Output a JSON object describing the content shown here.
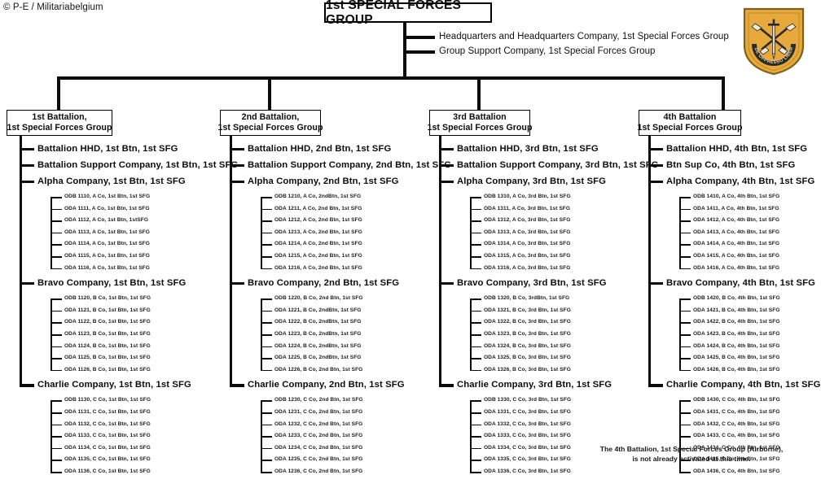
{
  "meta": {
    "copyright": "© P-E / Militariabelgium",
    "insignia_name": "1st Special Forces Group flash and crest",
    "insignia_motto": "DE OPPRESSO LIBER",
    "colors": {
      "line": "#0b0b0b",
      "box_border": "#000000",
      "background": "#ffffff",
      "insignia_gold": "#e8a93c",
      "insignia_border": "#8a6a1e",
      "insignia_dark": "#2b2b2b"
    }
  },
  "root": {
    "title": "1st SPECIAL FORCES GROUP",
    "staff": [
      "Headquarters and Headquarters Company,  1st Special Forces Group",
      "Group Support Company,  1st Special Forces Group"
    ]
  },
  "footnote": [
    "The 4th Battalion, 1st Special Forces Group (Airborne),",
    "is not already activated at this time."
  ],
  "battalions": [
    {
      "box_line1": "1st Battalion,",
      "box_line2": "1st Special Forces Group",
      "direct": [
        "Battalion HHD,  1st Btn, 1st SFG",
        "Battalion  Support Company, 1st Btn,  1st SFG"
      ],
      "companies": [
        {
          "name": "Alpha Company, 1st Btn,  1st SFG",
          "teams": [
            "ODB 1110, A Co, 1st Btn,  1st SFG",
            "ODA 1111, A Co, 1st Btn,  1st SFG",
            "ODA 1112, A Co, 1st Btn,  1stSFG",
            "ODA 1113, A Co, 1st Btn,  1st SFG",
            "ODA 1114, A Co, 1st Btn,  1st SFG",
            "ODA 1115, A Co, 1st Btn,  1st SFG",
            "ODA 1116, A Co, 1st Btn,  1st SFG"
          ]
        },
        {
          "name": "Bravo Company, 1st Btn, 1st SFG",
          "teams": [
            "ODB 1120, B Co, 1st Btn,  1st SFG",
            "ODA 1121, B Co, 1st Btn,  1st SFG",
            "ODA 1122, B Co, 1st Btn,  1st SFG",
            "ODA 1123, B Co, 1st Btn,  1st SFG",
            "ODA 1124, B Co, 1st Btn,  1st SFG",
            "ODA 1125, B Co, 1st Btn,  1st SFG",
            "ODA 1126, B Co, 1st Btn,  1st SFG"
          ]
        },
        {
          "name": "Charlie Company, 1st Btn,  1st SFG",
          "teams": [
            "ODB 1130, C Co, 1st Btn,  1st SFG",
            "ODA 1131, C Co, 1st Btn,  1st SFG",
            "ODA 1132, C Co, 1st Btn,  1st SFG",
            "ODA 1133, C Co, 1st Btn,  1st SFG",
            "ODA 1134, C Co, 1st Btn,  1st SFG",
            "ODA 1135, C Co, 1st Btn,  1st SFG",
            "ODA 1136, C Co, 1st Btn,  1st SFG"
          ]
        }
      ]
    },
    {
      "box_line1": "2nd Battalion,",
      "box_line2": "1st Special Forces Group",
      "direct": [
        "Battalion HHD,  2nd Btn, 1st SFG",
        "Battalion  Support Company, 2nd Btn,  1st SFG"
      ],
      "companies": [
        {
          "name": "Alpha Company, 2nd Btn,  1st SFG",
          "teams": [
            "ODB 1210, A Co, 2ndBtn,  1st  SFG",
            "ODA 1211, A Co, 2nd Btn,  1st  SFG",
            "ODA 1212, A Co, 2nd Btn,  1st SFG",
            "ODA 1213, A Co, 2nd Btn,  1st SFG",
            "ODA 1214, A Co, 2nd Btn,  1st SFG",
            "ODA 1215, A Co, 2nd Btn,  1st SFG",
            "ODA 1216, A Co, 2nd Btn,  1st SFG"
          ]
        },
        {
          "name": "Bravo Company, 2nd Btn,  1st SFG",
          "teams": [
            "ODB 1220, B Co, 2nd Btn,  1st  SFG",
            "ODA 1221, B Co, 2ndBtn,  1st SFG",
            "ODA 1222, B Co, 2ndBtn,  1st SFG",
            "ODA 1223, B Co, 2ndBtn,  1st SFG",
            "ODA 1224, B Co, 2ndBtn,  1st SFG",
            "ODA 1225, B Co, 2ndBtn,  1st SFG",
            "ODA 1226, B Co, 2nd Btn,  1st SFG"
          ]
        },
        {
          "name": "Charlie Company, 2nd Btn, 1st SFG",
          "teams": [
            "ODB 1230, C Co, 2nd Btn,  1st SFG",
            "ODA 1231, C Co, 2nd Btn,  1st SFG",
            "ODA 1232, C Co, 2nd Btn,  1st SFG",
            "ODA 1233, C Co, 2nd Btn,  1st SFG",
            "ODA 1234, C Co, 2nd Btn,  1st SFG",
            "ODA 1235, C Co, 2nd Btn,  1st SFG",
            "ODA 1236, C Co, 2nd Btn,  1st SFG"
          ]
        }
      ]
    },
    {
      "box_line1": "3rd Battalion",
      "box_line2": "1st Special Forces Group",
      "direct": [
        "Battalion HHD,  3rd Btn, 1st SFG",
        "Battalion  Support Company, 3rd Btn,  1st SFG"
      ],
      "companies": [
        {
          "name": "Alpha Company, 3rd Btn,  1st SFG",
          "teams": [
            "ODB 1310, A Co, 3rd Btn,  1st SFG",
            "ODA 1311, A Co, 3rd Btn,  1st SFG",
            "ODA 1312, A Co, 3rd Btn,  1st SFG",
            "ODA 1313, A Co, 3rd Btn,  1st SFG",
            "ODA 1314, A Co, 3rd Btn,  1st SFG",
            "ODA 1315, A Co, 3rd Btn,  1st SFG",
            "ODA 1316, A Co, 3rd Btn,  1st SFG"
          ]
        },
        {
          "name": "Bravo Company, 3rd Btn, 1st SFG",
          "teams": [
            "ODB 1320, B Co, 3rdBtn,  1st SFG",
            "ODA 1321, B Co, 3rd Btn,  1st SFG",
            "ODA 1322, B Co, 3rd Btn,  1st SFG",
            "ODA 1323, B Co, 3rd Btn,  1st SFG",
            "ODA 1324, B Co, 3rd Btn,  1st SFG",
            "ODA 1325, B Co, 3rd Btn,  1st SFG",
            "ODA 1326, B Co, 3rd Btn,  1st SFG"
          ]
        },
        {
          "name": "Charlie Company, 3rd Btn,  1st SFG",
          "teams": [
            "ODB 1330, C Co, 3rd Btn,  1st SFG",
            "ODA 1331, C Co, 3rd Btn,  1st SFG",
            "ODA 1332, C Co, 3rd Btn,  1st SFG",
            "ODA 1333, C Co, 3rd Btn,  1st SFG",
            "ODA 1334, C Co, 3rd Btn,  1st SFG",
            "ODA 1335, C Co, 3rd Btn,  1st SFG",
            "ODA 1336, C Co, 3rd Btn,  1st SFG"
          ]
        }
      ]
    },
    {
      "box_line1": "4th Battalion",
      "box_line2": "1st Special Forces Group",
      "direct": [
        "Battalion HHD,  4th Btn, 1st SFG",
        "Btn  Sup Co, 4th Btn,  1st SFG"
      ],
      "companies": [
        {
          "name": "Alpha Company, 4th Btn,  1st SFG",
          "teams": [
            "ODB 1410, A Co, 4th Btn,  1st SFG",
            "ODA 1411, A Co, 4th Btn,  1st SFG",
            "ODA 1412, A Co, 4th Btn,  1st SFG",
            "ODA 1413, A Co, 4th Btn,  1st SFG",
            "ODA 1414, A Co, 4th Btn,  1st SFG",
            "ODA 1415, A Co, 4th Btn,  1st SFG",
            "ODA 1416, A Co, 4th Btn,  1st SFG"
          ]
        },
        {
          "name": "Bravo Company, 4th Btn,  1st SFG",
          "teams": [
            "ODB 1420, B Co, 4th Btn,  1st SFG",
            "ODA 1421, B Co, 4th Btn,  1st SFG",
            "ODA 1422, B Co, 4th Btn,  1st SFG",
            "ODA 1423, B Co, 4th Btn,  1st SFG",
            "ODA 1424, B Co, 4th Btn,  1st SFG",
            "ODA 1425, B Co, 4th Btn,  1st SFG",
            "ODA 1426, B Co, 4th Btn,  1st SFG"
          ]
        },
        {
          "name": "Charlie Company, 4th Btn,  1st SFG",
          "teams": [
            "ODB 1430, C Co, 4th Btn,  1st SFG",
            "ODA 1431, C Co, 4th Btn,  1st SFG",
            "ODA 1432, C Co, 4th Btn,  1st SFG",
            "ODA 1433, C Co, 4th Btn,  1st SFG",
            "ODA 1434, C Co, 4th Btn,  1st SFG",
            "ODA 1435, C Co, 4th Btn,  1st SFG",
            "ODA 1436, C Co, 4th Btn,  1st SFG"
          ]
        }
      ]
    }
  ]
}
